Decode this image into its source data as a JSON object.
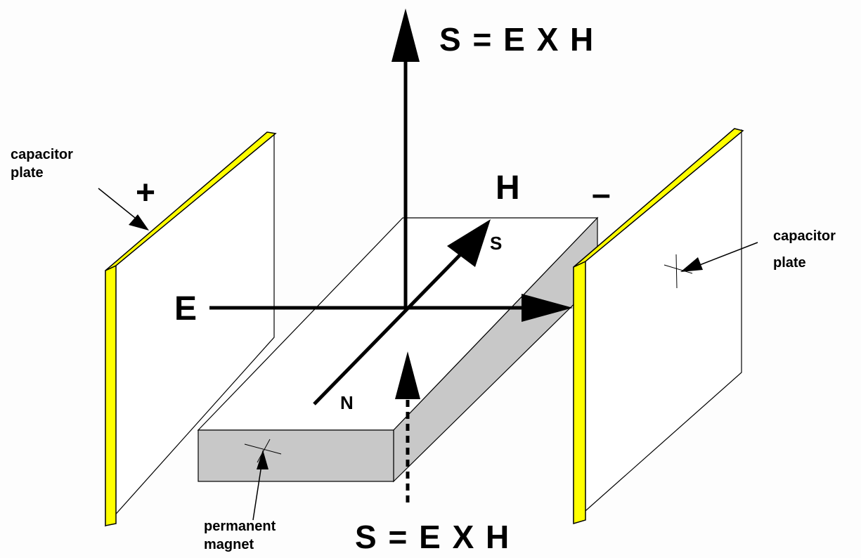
{
  "labels": {
    "equation_top": "S = E X H",
    "equation_bottom": "S = E X H",
    "e_field": "E",
    "h_field": "H",
    "plus": "+",
    "minus": "–",
    "north": "N",
    "south": "S",
    "left_plate": [
      "capacitor",
      "plate"
    ],
    "right_plate": [
      "capacitor",
      "plate"
    ],
    "magnet": [
      "permanent",
      "magnet"
    ]
  },
  "colors": {
    "plate_edge": "#ffff00",
    "magnet_face": "#c8c8c8",
    "line": "#000000"
  }
}
